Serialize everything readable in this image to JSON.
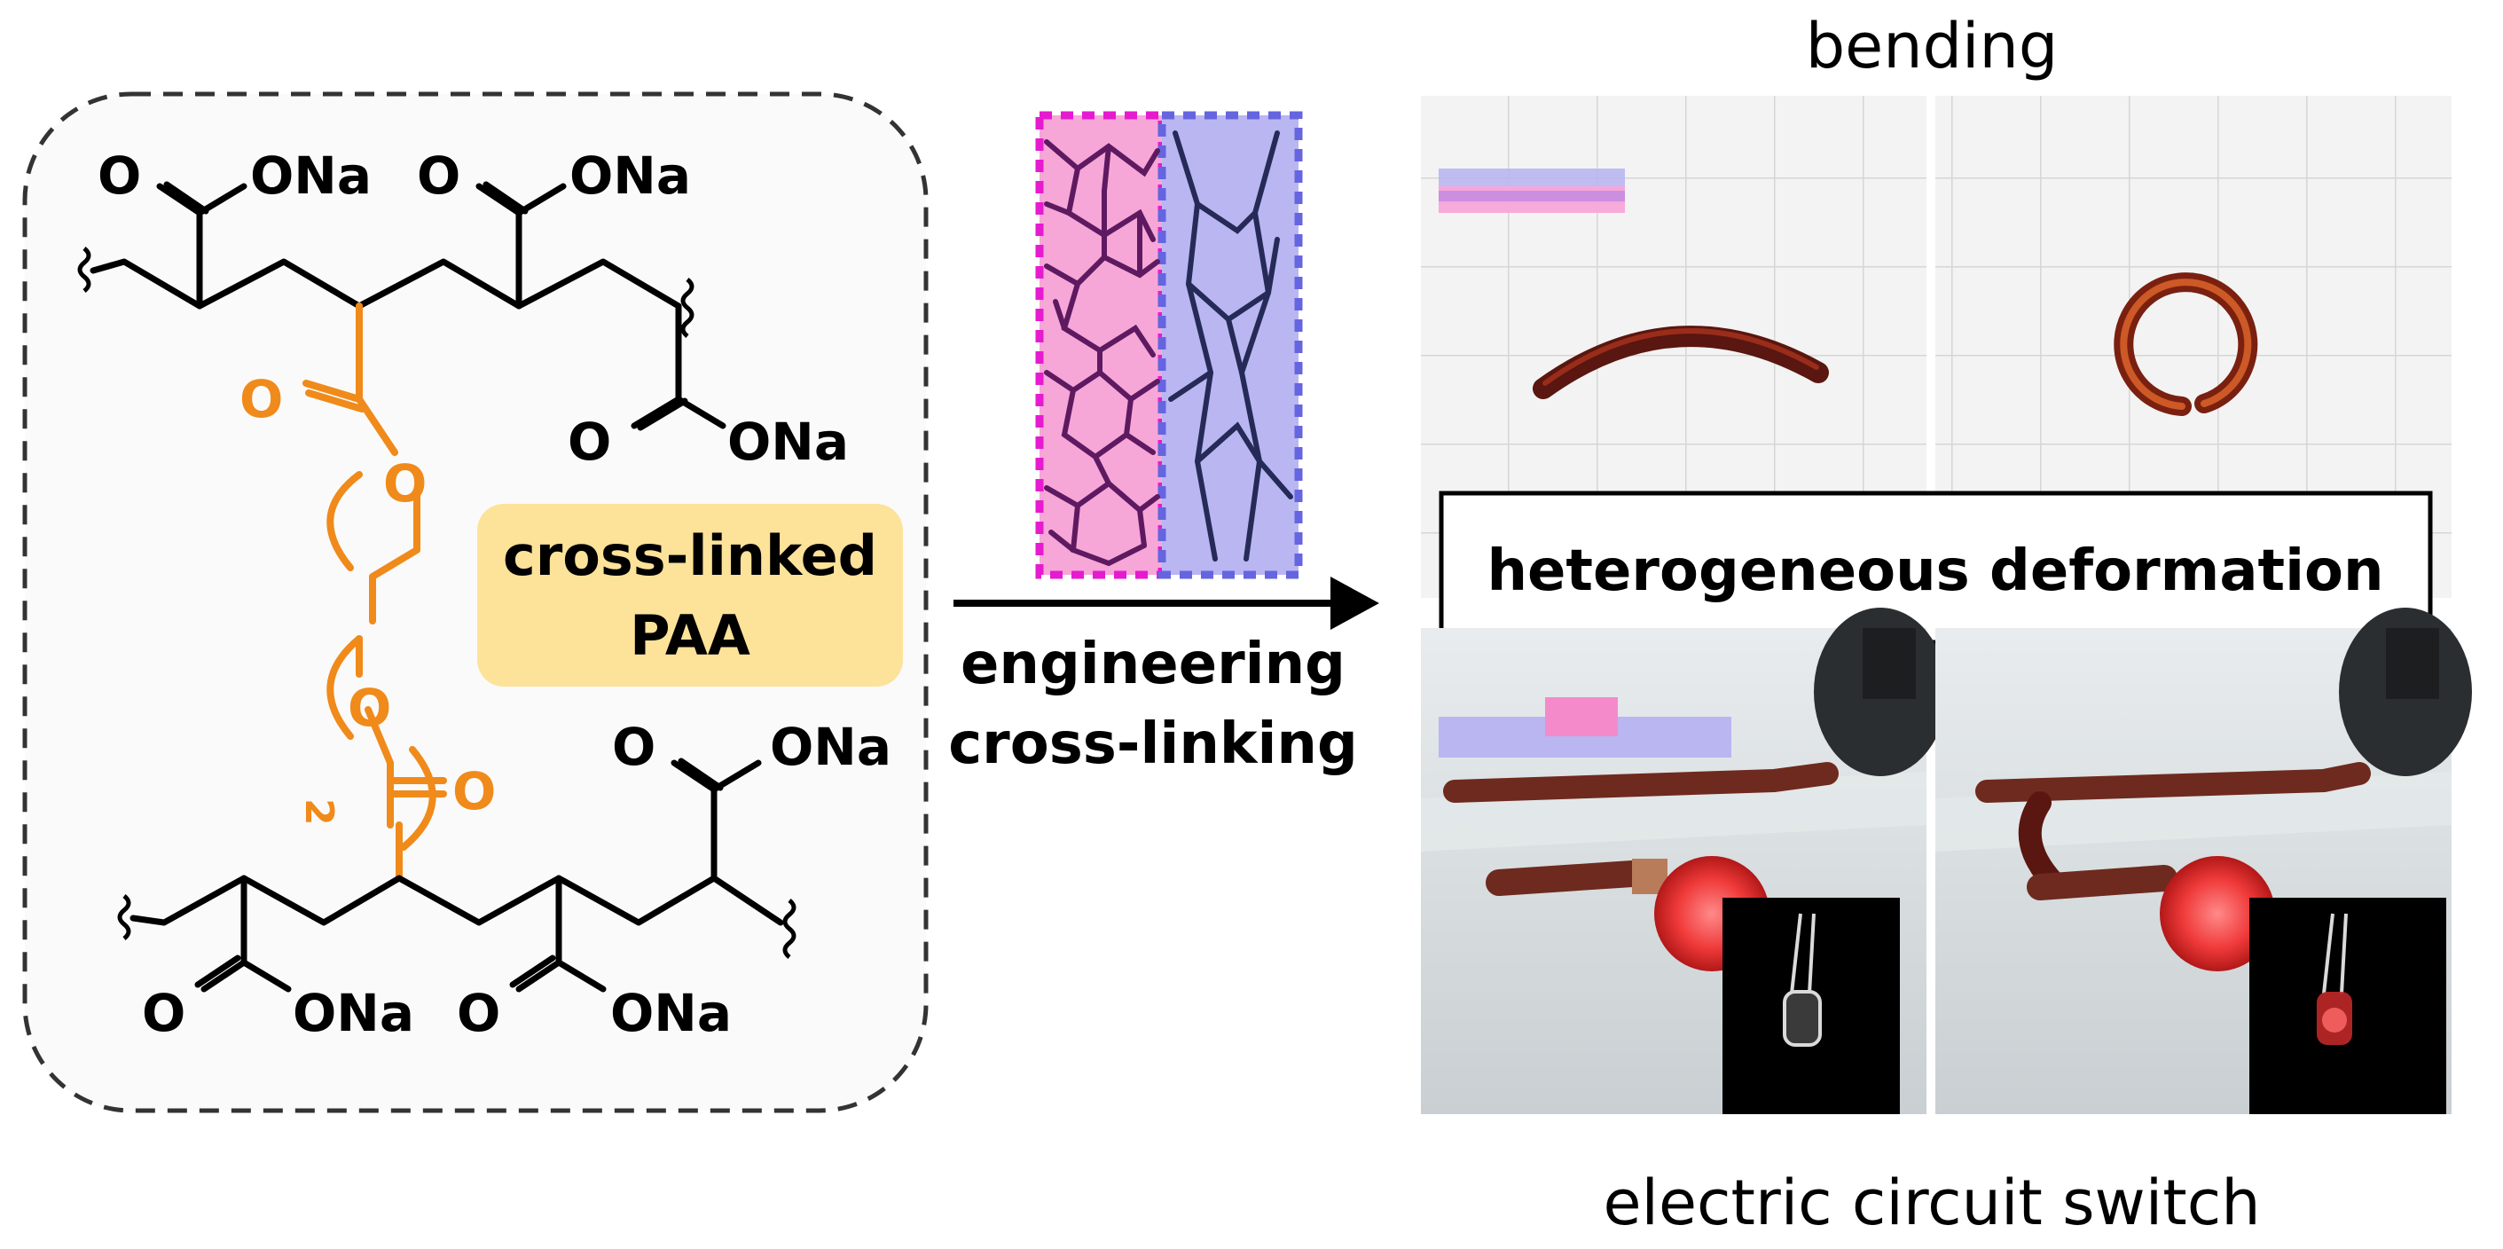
{
  "colors": {
    "orange": "#F08A1A",
    "pink_layer": "#F7A6D8",
    "pink_border": "#E61ACF",
    "blue_layer": "#B9B6F2",
    "blue_border": "#6565E0",
    "dark_network": "#5E1A60",
    "navy_network": "#252A57",
    "label_box": "#FDE29A",
    "photo_bg": "#F2F2F2",
    "grid": "#D8D8D8",
    "strip_dark": "#5A1610",
    "strip_mid": "#B33820"
  },
  "chemistry": {
    "groups": {
      "top_left": "ONa",
      "top_mid": "ONa",
      "top_right": "ONa",
      "bottom_right_top": "ONa",
      "bottom_left": "ONa",
      "bottom_mid": "ONa"
    },
    "oxygen": "O",
    "subscript": "2",
    "label_line1": "cross-linked",
    "label_line2": "PAA"
  },
  "arrow": {
    "label_line1": "engineering",
    "label_line2": "cross-linking"
  },
  "right": {
    "top_title": "bending",
    "middle_title": "heterogeneous deformation",
    "bottom_title": "electric circuit switch"
  }
}
